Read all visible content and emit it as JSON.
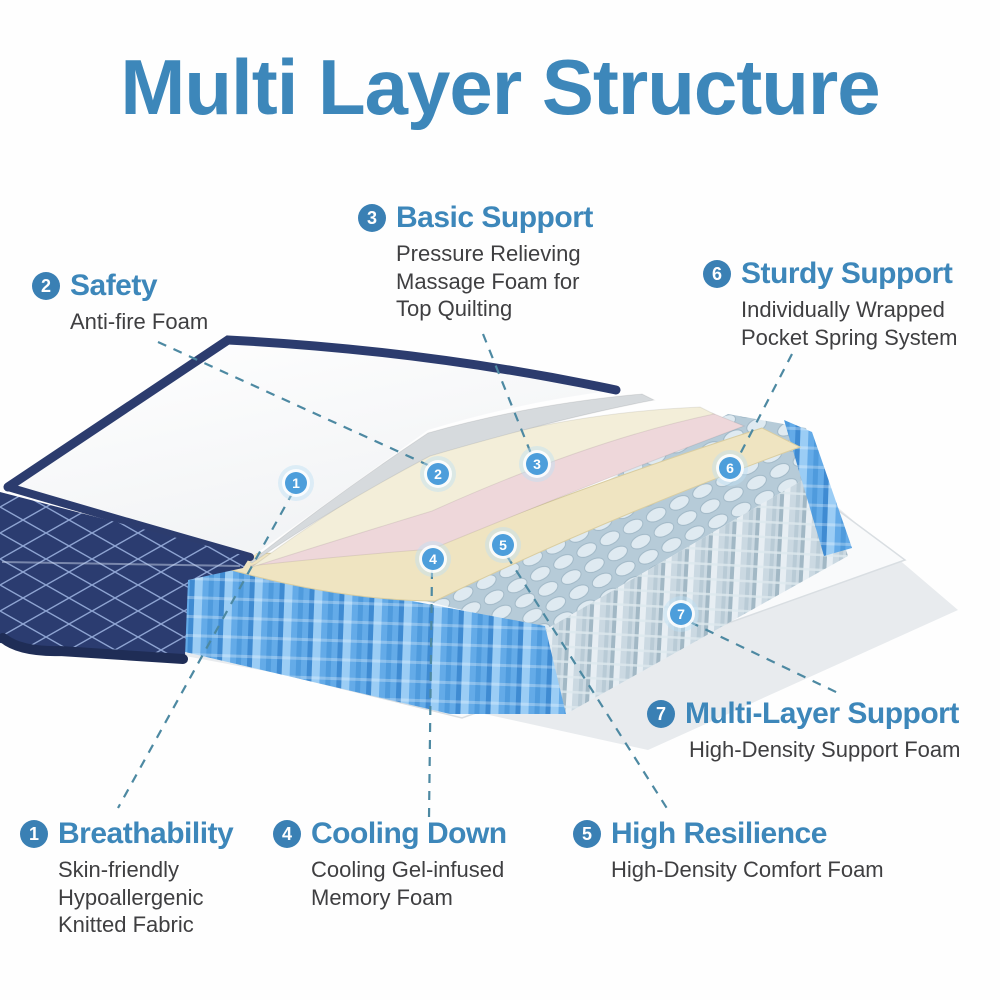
{
  "title": "Multi Layer Structure",
  "colors": {
    "heading_blue": "#3d87ba",
    "badge_blue": "#3a80b4",
    "marker_blue": "#4d9edb",
    "description_gray": "#3f3f41",
    "leader_line": "#4d89a2",
    "navy_fabric": "#2b3c70",
    "spring_blue": "#64abe8",
    "spring_gray": "#cbd9e2",
    "foam_yellow": "#efe4c1",
    "foam_pink": "#eed7da",
    "foam_cream": "#f3eed9",
    "foam_gray_layer": "#d6dadd"
  },
  "callouts": [
    {
      "number": "1",
      "heading": "Breathability",
      "description": "Skin-friendly\nHypoallergenic\nKnitted Fabric"
    },
    {
      "number": "2",
      "heading": "Safety",
      "description": "Anti-fire Foam"
    },
    {
      "number": "3",
      "heading": "Basic Support",
      "description": "Pressure Relieving\nMassage Foam for\nTop Quilting"
    },
    {
      "number": "4",
      "heading": "Cooling Down",
      "description": "Cooling Gel-infused\nMemory Foam"
    },
    {
      "number": "5",
      "heading": "High Resilience",
      "description": "High-Density Comfort Foam"
    },
    {
      "number": "6",
      "heading": "Sturdy Support",
      "description": "Individually Wrapped\nPocket Spring System"
    },
    {
      "number": "7",
      "heading": "Multi-Layer Support",
      "description": "High-Density Support Foam"
    }
  ]
}
